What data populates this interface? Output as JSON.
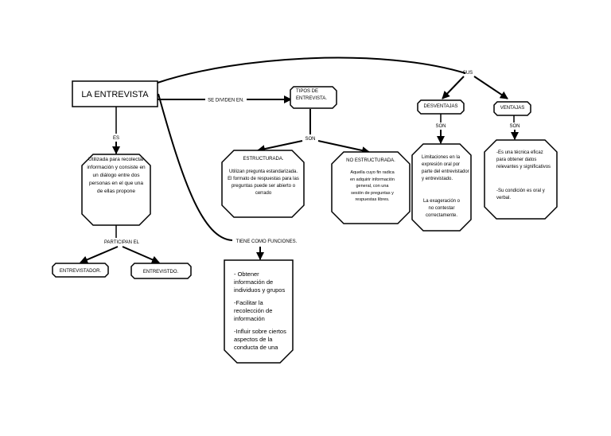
{
  "diagram": {
    "title": "LA ENTREVISTA",
    "links": {
      "es": "ES",
      "se_dividen": "SE DIVIDEN EN.",
      "sus": "SUS",
      "son_tipos": "SON",
      "son_desventajas": "SON",
      "son_ventajas": "SON",
      "participan": "PARTICIPAN EL",
      "tiene_funciones": "TIENE COMO FUNCIONES."
    },
    "definition": "Utilizada para recolectar información y consiste  en un diálogo entre dos personas en el que una de ellas propone",
    "participants": {
      "left": "ENTREVISTADOR.",
      "right": "ENTREVISTDO."
    },
    "types": {
      "title": "TIPOS DE ENTREVISTA.",
      "structured": {
        "title": "ESTRUCTURADA.",
        "text": "Utilizan pregunta estandarizada. El formato de respuestas para las preguntas puede ser abierto o cerrado"
      },
      "unstructured": {
        "title": "NO ESTRUCTURADA.",
        "text": "Aquella cuyo fin radica en adquirir información general, con una sesión de preguntas y respuestas libres."
      }
    },
    "disadvantages": {
      "title": "DESVENTAJAS",
      "text1": "Limitaciones en la expresión oral por parte del entrevistador y entrevistado.",
      "text2": "La exageración o no contestar correctamente."
    },
    "advantages": {
      "title": "VENTAJAS",
      "text1": "-Es una técnica eficaz para obtener datos relevantes y significativos",
      "text2": "-Su condición es oral y verbal."
    },
    "functions": [
      "- Obtener información de individuos y grupos",
      "-Facilitar la recolección de información",
      "-Influir sobre ciertos aspectos de la conducta de una"
    ]
  }
}
